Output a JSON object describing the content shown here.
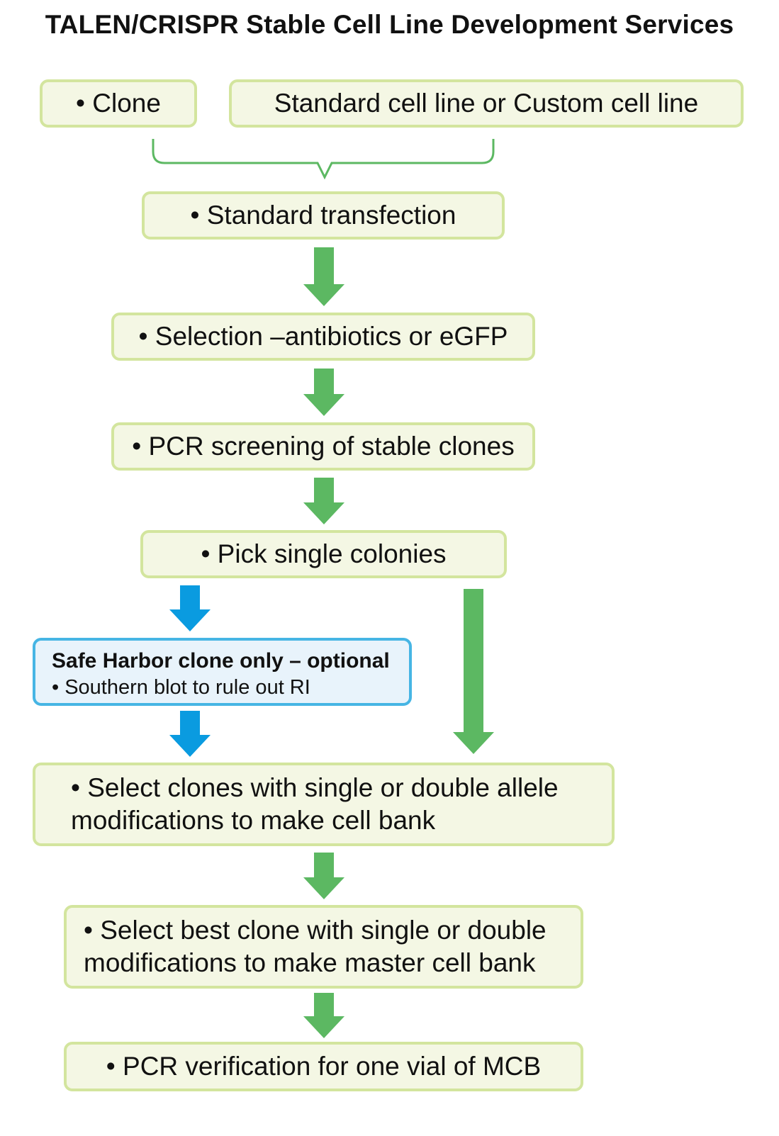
{
  "title": "TALEN/CRISPR Stable Cell Line Development Services",
  "colors": {
    "box_fill": "#f4f7e4",
    "box_border": "#d3e59e",
    "green_arrow": "#5cb862",
    "blue_arrow": "#0a9be0",
    "blue_box_fill": "#e8f3fb",
    "blue_box_border": "#46b5e4",
    "brace": "#5cb862"
  },
  "nodes": {
    "clone": "• Clone",
    "cell_line": "Standard cell line or Custom cell line",
    "transfection": "• Standard transfection",
    "selection": "• Selection –antibiotics or eGFP",
    "pcr_screening": "• PCR screening of stable clones",
    "pick_colonies": "• Pick single colonies",
    "safe_harbor": {
      "header": "Safe Harbor clone only – optional",
      "item": "• Southern blot to rule out RI"
    },
    "select_clones": {
      "line1": "• Select clones with single or double allele",
      "line2": "modifications to make cell bank"
    },
    "select_best": {
      "line1": "• Select best clone with single or double",
      "line2": "modifications to make master cell bank"
    },
    "pcr_verification": "• PCR verification for one vial of MCB"
  }
}
